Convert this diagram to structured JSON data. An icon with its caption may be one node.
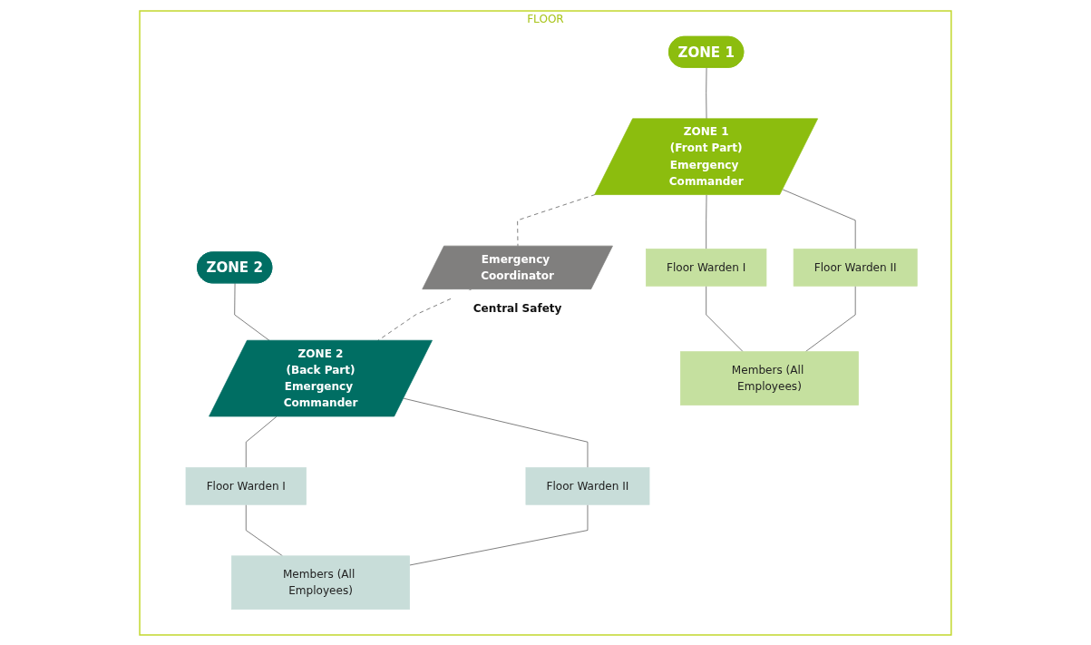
{
  "diagram": {
    "nodes": [
      {
        "text": [
          "FLOOR"
        ]
      },
      {
        "text": [
          "ZONE 1"
        ],
        "in": 0
      },
      {
        "text": [
          "ZONE 2"
        ],
        "in": 0
      },
      {
        "text": [
          "ZONE 1",
          "(Front Part)",
          "Emergency Commander"
        ],
        "in": 0
      },
      {
        "text": [
          "Emergency Coordinator"
        ],
        "beside": [
          "Central Safety"
        ],
        "in": 0
      },
      {
        "text": [
          "ZONE 2",
          "(Back Part)",
          "Emergency Commander"
        ],
        "in": 0
      },
      {
        "text": [
          "Floor Warden I"
        ],
        "in": 0
      },
      {
        "text": [
          "Floor Warden II"
        ],
        "in": 0
      },
      {
        "text": [
          "Members (All Employees)"
        ],
        "in": 0
      },
      {
        "text": [
          "Floor Warden I"
        ],
        "in": 0
      },
      {
        "text": [
          "Floor Warden II"
        ],
        "in": 0
      },
      {
        "text": [
          "Members (All Employees)"
        ],
        "in": 0
      }
    ],
    "edges": [
      {
        "from": 1,
        "to": 3,
        "arrow": "none"
      },
      {
        "from": 2,
        "to": 5,
        "arrow": "none"
      },
      {
        "from": 3,
        "to": 4,
        "arrow": "none",
        "style": "dashed"
      },
      {
        "from": 4,
        "to": 5,
        "arrow": "none",
        "style": "dashed"
      },
      {
        "from": 3,
        "to": 6,
        "arrow": "none"
      },
      {
        "from": 3,
        "to": 7,
        "arrow": "none"
      },
      {
        "from": 6,
        "to": 8,
        "arrow": "none"
      },
      {
        "from": 7,
        "to": 8,
        "arrow": "none"
      },
      {
        "from": 5,
        "to": 9,
        "arrow": "none"
      },
      {
        "from": 5,
        "to": 10,
        "arrow": "none"
      },
      {
        "from": 9,
        "to": 11,
        "arrow": "none"
      },
      {
        "from": 10,
        "to": 11,
        "arrow": "none"
      }
    ]
  }
}
